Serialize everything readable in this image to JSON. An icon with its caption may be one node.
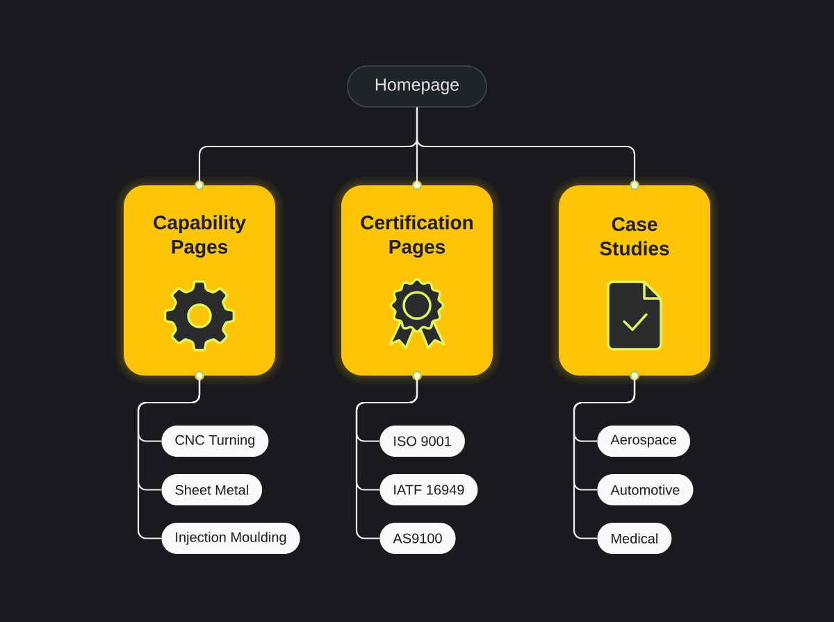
{
  "diagram": {
    "nodes": [
      {
        "text": [
          "Homepage"
        ]
      },
      {
        "text": [
          "Capability Pages"
        ]
      },
      {
        "text": [
          "Certification Pages"
        ]
      },
      {
        "text": [
          "Case Studies"
        ]
      },
      {
        "text": [
          "CNC Turning"
        ]
      },
      {
        "text": [
          "Sheet Metal"
        ]
      },
      {
        "text": [
          "Injection Moulding"
        ]
      },
      {
        "text": [
          "ISO 9001"
        ]
      },
      {
        "text": [
          "IATF 16949"
        ]
      },
      {
        "text": [
          "AS9100"
        ]
      },
      {
        "text": [
          "Aerospace"
        ]
      },
      {
        "text": [
          "Automotive"
        ]
      },
      {
        "text": [
          "Medical"
        ]
      }
    ],
    "edges": [
      {
        "from": 0,
        "to": 1,
        "arrow": "none"
      },
      {
        "from": 0,
        "to": 2,
        "arrow": "none"
      },
      {
        "from": 0,
        "to": 3,
        "arrow": "none"
      },
      {
        "from": 1,
        "to": 4,
        "arrow": "none"
      },
      {
        "from": 1,
        "to": 5,
        "arrow": "none"
      },
      {
        "from": 1,
        "to": 6,
        "arrow": "none"
      },
      {
        "from": 2,
        "to": 7,
        "arrow": "none"
      },
      {
        "from": 2,
        "to": 8,
        "arrow": "none"
      },
      {
        "from": 2,
        "to": 9,
        "arrow": "none"
      },
      {
        "from": 3,
        "to": 10,
        "arrow": "none"
      },
      {
        "from": 3,
        "to": 11,
        "arrow": "none"
      },
      {
        "from": 3,
        "to": 12,
        "arrow": "none"
      }
    ]
  }
}
